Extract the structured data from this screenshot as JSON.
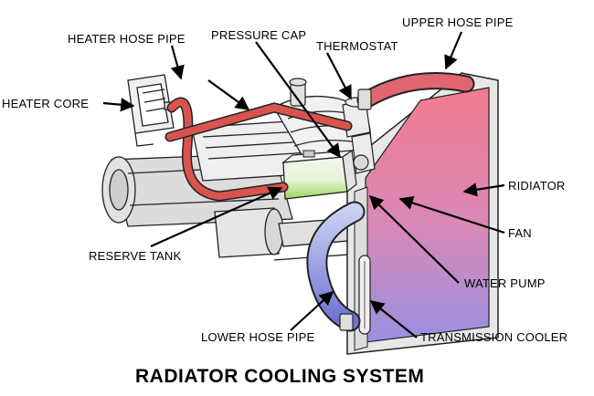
{
  "title": "RADIATOR COOLING SYSTEM",
  "colors": {
    "hose": "#d9534f",
    "radiator_top": "#f27b8f",
    "radiator_bottom": "#9a8fe0",
    "lower_hose_top": "#b9c3ef",
    "lower_hose_bottom": "#6f73d0",
    "coolant": "#9bd65a",
    "outline": "#222222",
    "metal": "#e7e7e7"
  },
  "labels": {
    "heater_core": "HEATER CORE",
    "heater_hose_pipe": "HEATER HOSE PIPE",
    "pressure_cap": "PRESSURE CAP",
    "thermostat": "THERMOSTAT",
    "upper_hose_pipe": "UPPER HOSE PIPE",
    "radiator": "RIDIATOR",
    "fan": "FAN",
    "reserve_tank": "RESERVE TANK",
    "water_pump": "WATER PUMP",
    "lower_hose_pipe": "LOWER HOSE PIPE",
    "transmission_cooler": "TRANSMISSION COOLER"
  }
}
